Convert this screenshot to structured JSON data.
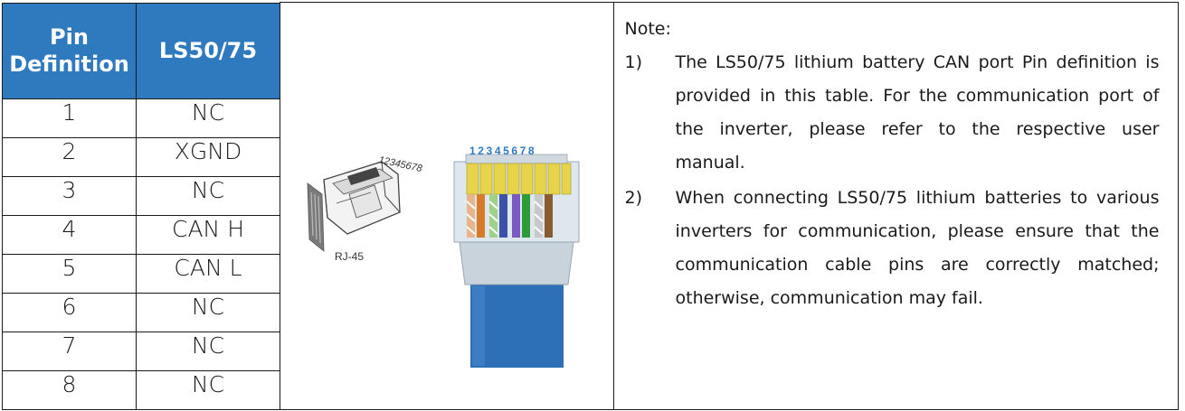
{
  "table": {
    "headers": [
      "Pin Definition",
      "LS50/75"
    ],
    "rows": [
      {
        "pin": "1",
        "value": "NC"
      },
      {
        "pin": "2",
        "value": "XGND"
      },
      {
        "pin": "3",
        "value": "NC"
      },
      {
        "pin": "4",
        "value": "CAN H"
      },
      {
        "pin": "5",
        "value": "CAN L"
      },
      {
        "pin": "6",
        "value": "NC"
      },
      {
        "pin": "7",
        "value": "NC"
      },
      {
        "pin": "8",
        "value": "NC"
      }
    ]
  },
  "figure": {
    "connector_label": "RJ-45",
    "small_pin_numbers": "12345678",
    "large_pin_numbers": "12345678"
  },
  "note": {
    "title": "Note:",
    "items": [
      {
        "num": "1)",
        "text": "The LS50/75 lithium battery CAN port Pin definition is provided in this table. For the communication port of the inverter, please refer to the respective user manual."
      },
      {
        "num": "2)",
        "text": "When connecting LS50/75 lithium batteries to various inverters for communication, please ensure that the communication cable pins are correctly matched; otherwise, communication may fail."
      }
    ]
  },
  "colors": {
    "header_bg": "#2f79bf",
    "cable_blue": "#2e70b8"
  }
}
